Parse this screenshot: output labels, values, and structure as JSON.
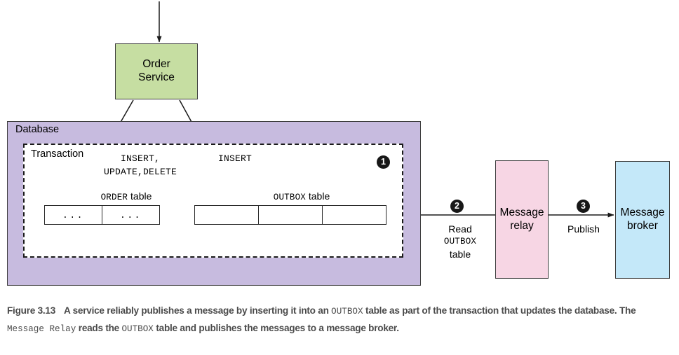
{
  "figure": {
    "number": "Figure 3.13",
    "caption_part_1": "A service reliably publishes a message by inserting it into an ",
    "caption_mono_1": "OUTBOX",
    "caption_part_2": " table as part of the transaction that updates the database. The ",
    "caption_mono_2": "Message Relay",
    "caption_part_3": " reads the ",
    "caption_mono_3": "OUTBOX",
    "caption_part_4": " table and publishes the messages to a message broker."
  },
  "nodes": {
    "order_service": {
      "line1": "Order",
      "line2": "Service",
      "color": "#c6dea2"
    },
    "message_relay": {
      "line1": "Message",
      "line2": "relay",
      "color": "#f7d6e4"
    },
    "message_broker": {
      "line1": "Message",
      "line2": "broker",
      "color": "#c4e8f9"
    }
  },
  "containers": {
    "database": {
      "label": "Database",
      "color": "#c7bbdf"
    },
    "transaction": {
      "label": "Transaction",
      "color": "#ffffff"
    }
  },
  "sql_labels": {
    "left": "INSERT,\nUPDATE,DELETE",
    "right": "INSERT"
  },
  "tables": {
    "order": {
      "name": "ORDER",
      "suffix": " table",
      "cells": [
        "...",
        "..."
      ]
    },
    "outbox": {
      "name": "OUTBOX",
      "suffix": " table",
      "cells": [
        "",
        "",
        ""
      ]
    }
  },
  "steps": [
    {
      "number": "1",
      "id": "badge-1"
    },
    {
      "number": "2",
      "id": "badge-2"
    },
    {
      "number": "3",
      "id": "badge-3"
    }
  ],
  "edge_labels": {
    "read": {
      "line1": "Read",
      "mono": "OUTBOX",
      "line3": "table"
    },
    "publish": {
      "text": "Publish"
    }
  },
  "colors": {
    "stroke": "#3c3c3c",
    "badge_fill": "#171717",
    "badge_text": "#ffffff",
    "caption_text": "#4a4a4a"
  }
}
